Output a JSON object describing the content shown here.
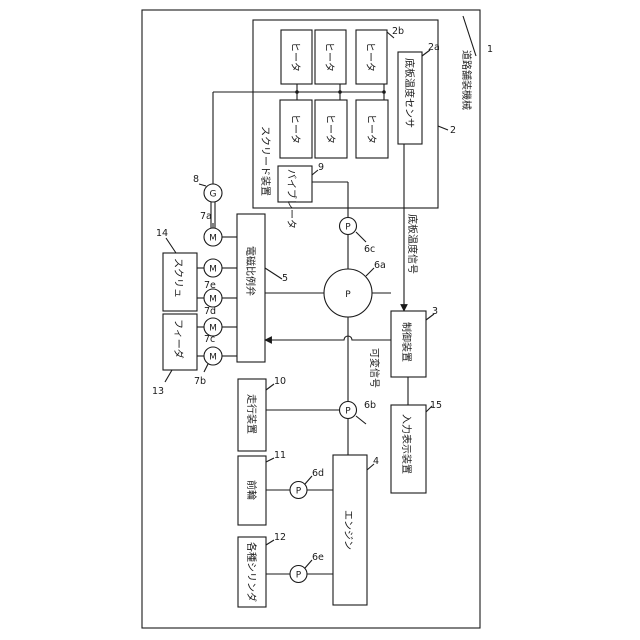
{
  "machine": {
    "label": "道路舗装機械",
    "ref": "1"
  },
  "screed": {
    "label": "スクリード装置",
    "ref": "2",
    "heater_label": "ヒータ",
    "sensor_label": "底板温度センサ",
    "sensor_ref": "2a",
    "heater_ref": "2b"
  },
  "controller": {
    "label": "制御装置",
    "ref": "3"
  },
  "engine": {
    "label": "エンジン",
    "ref": "4"
  },
  "valve": {
    "label": "電磁比例弁",
    "ref": "5"
  },
  "pumps": {
    "symbol": "P",
    "main_ref": "6a",
    "travel_ref": "6b",
    "vibrator_ref": "6c",
    "front_ref": "6d",
    "cyl_ref": "6e"
  },
  "motors": {
    "symbol": "M",
    "refs": [
      "7a",
      "7b",
      "7c",
      "7d",
      "7e"
    ]
  },
  "generator": {
    "symbol": "G",
    "ref": "8"
  },
  "vibrator": {
    "label": "バイブレータ",
    "ref": "9"
  },
  "travel": {
    "label": "走行装置",
    "ref": "10"
  },
  "front_wheel": {
    "label": "前輪",
    "ref": "11"
  },
  "cylinders": {
    "label": "各種シリンダ",
    "ref": "12"
  },
  "feeder": {
    "label": "フィーダ",
    "ref": "13"
  },
  "screw": {
    "label": "スクリュ",
    "ref": "14"
  },
  "display": {
    "label": "入力表示装置",
    "ref": "15"
  },
  "signals": {
    "temp": "底板温度信号",
    "variable": "可変信号"
  }
}
